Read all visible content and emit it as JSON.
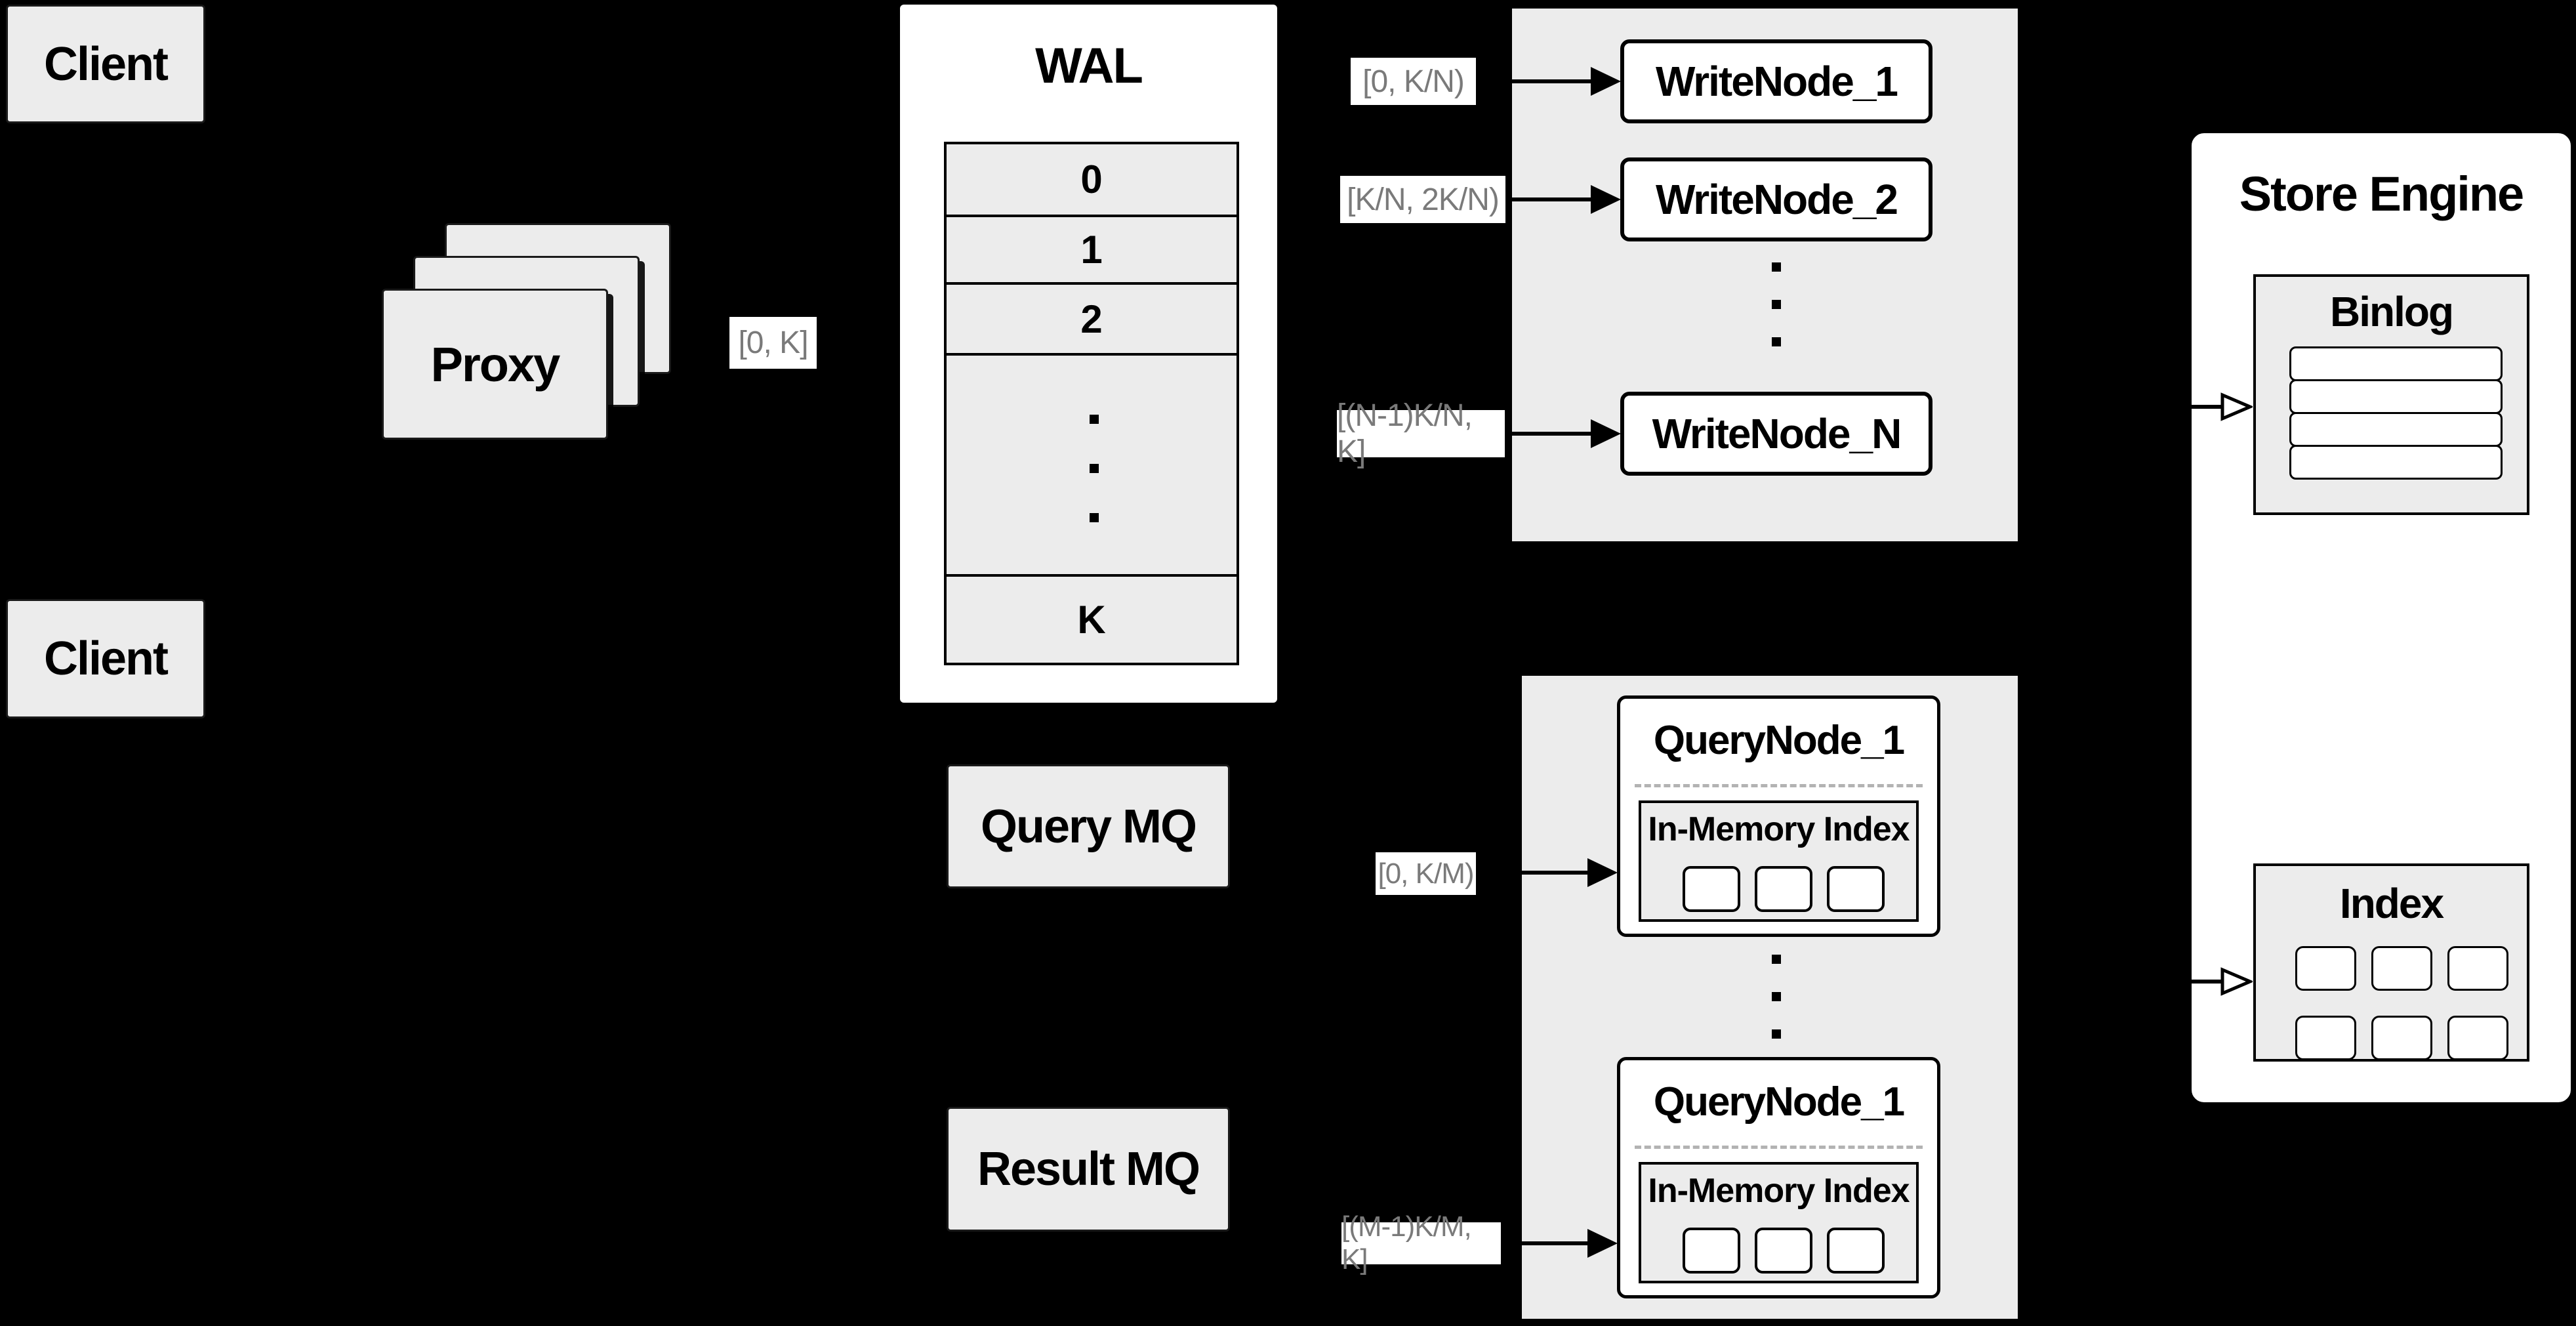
{
  "colors": {
    "background": "#000000",
    "box_gray": "#ececec",
    "node_white": "#ffffff",
    "line_black": "#000000",
    "range_label_text": "#7a7a7a"
  },
  "clients": {
    "top": "Client",
    "bottom": "Client"
  },
  "proxy": {
    "label": "Proxy",
    "range": "[0, K]"
  },
  "wal": {
    "title": "WAL",
    "rows": [
      "0",
      "1",
      "2",
      "K"
    ]
  },
  "write_group": {
    "nodes": [
      {
        "range": "[0, K/N)",
        "label": "WriteNode_1"
      },
      {
        "range": "[K/N, 2K/N)",
        "label": "WriteNode_2"
      },
      {
        "range": "[(N-1)K/N, K]",
        "label": "WriteNode_N"
      }
    ]
  },
  "mq": {
    "query": "Query MQ",
    "result": "Result MQ"
  },
  "query_group": {
    "nodes": [
      {
        "title": "QueryNode_1",
        "inmem": "In-Memory Index",
        "range": "[0, K/M)"
      },
      {
        "title": "QueryNode_1",
        "inmem": "In-Memory Index",
        "range": "[(M-1)K/M, K]"
      }
    ]
  },
  "store_engine": {
    "title": "Store Engine",
    "binlog": "Binlog",
    "index": "Index"
  }
}
